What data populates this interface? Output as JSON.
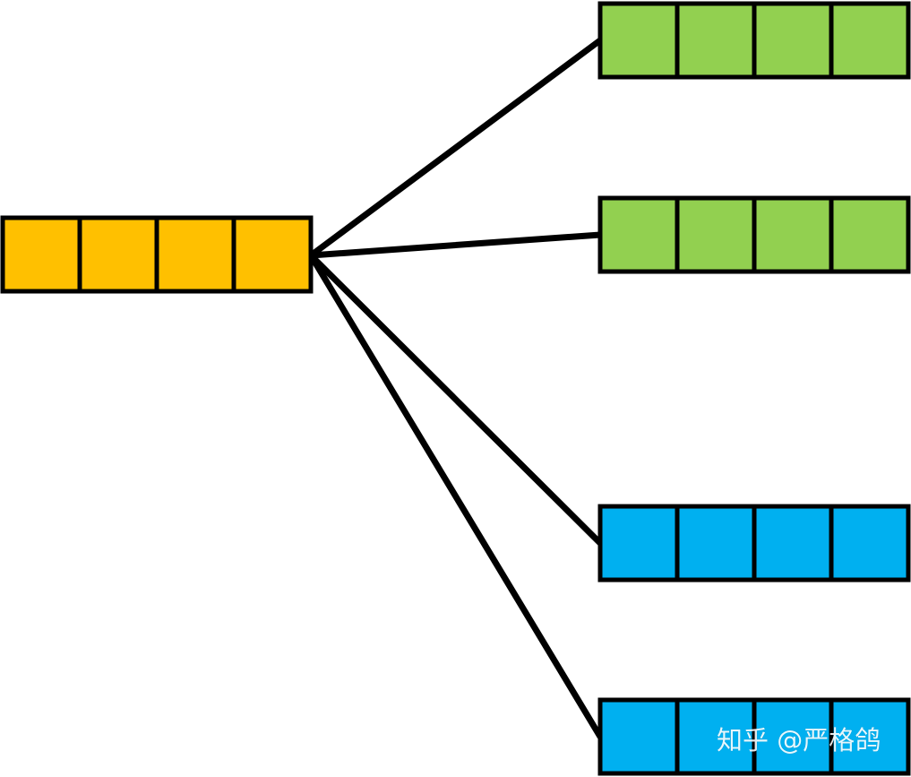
{
  "diagram": {
    "source": {
      "cells": 4,
      "color": "#FFC000"
    },
    "targets": [
      {
        "id": "green-1",
        "cells": 4,
        "color": "#92D050"
      },
      {
        "id": "green-2",
        "cells": 4,
        "color": "#92D050"
      },
      {
        "id": "blue-1",
        "cells": 4,
        "color": "#00B0F0"
      },
      {
        "id": "blue-2",
        "cells": 4,
        "color": "#00B0F0"
      }
    ],
    "edge_color": "#000000",
    "outline_color": "#000000"
  },
  "watermark": {
    "text": "知乎 @严格鸽"
  }
}
